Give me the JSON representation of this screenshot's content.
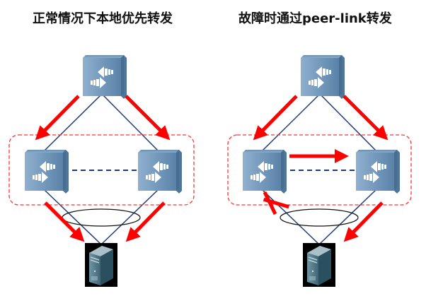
{
  "panels": [
    {
      "title": "正常情况下本地优先转发",
      "scenario": "normal",
      "nodes": [
        "upstream-switch",
        "m-lag-switch-1",
        "m-lag-switch-2",
        "server"
      ],
      "peer_link_traffic": false,
      "failed_link": null
    },
    {
      "title": "故障时通过peer-link转发",
      "scenario": "failure",
      "nodes": [
        "upstream-switch",
        "m-lag-switch-1",
        "m-lag-switch-2",
        "server"
      ],
      "peer_link_traffic": true,
      "failed_link": "m-lag-switch-1 to server"
    }
  ],
  "colors": {
    "traffic_arrow": "#ff0000",
    "link_line": "#1f3b73",
    "group_border": "#ff3333",
    "switch_face": "#6f98bd",
    "server_body": "#2e5566"
  }
}
